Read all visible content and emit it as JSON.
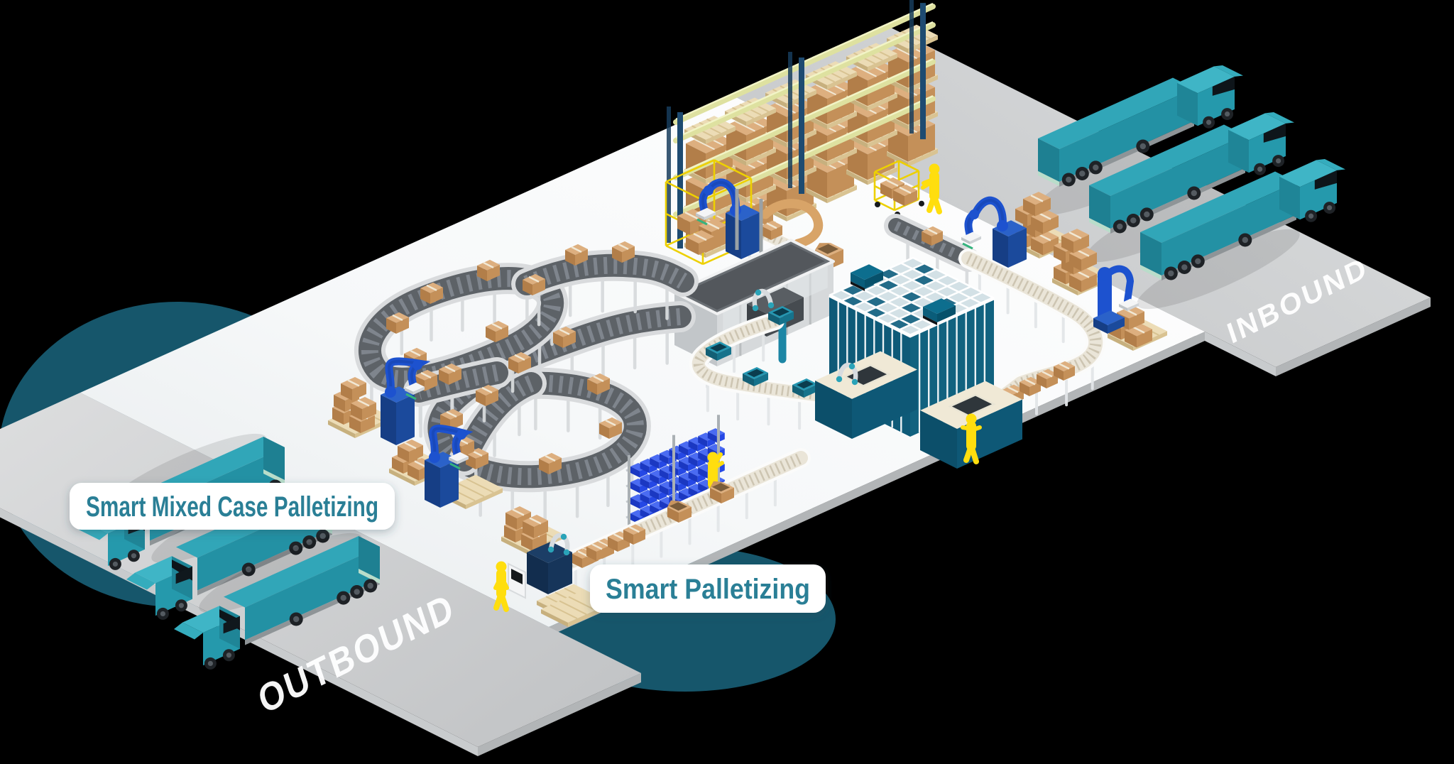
{
  "illustration": {
    "type": "isometric-smart-warehouse-diagram",
    "zones": {
      "inbound_label": "INBOUND",
      "outbound_label": "OUTBOUND"
    },
    "stations": {
      "smart_mixed_case_palletizing_label": "Smart Mixed Case Palletizing",
      "smart_palletizing_label": "Smart Palletizing"
    },
    "equipment": [
      "inbound-trucks",
      "outbound-trucks",
      "pallet-racking",
      "depalletizing-robots",
      "conveyor-loop",
      "case-machine",
      "grid-storage-cube",
      "pick-ports",
      "tote-conveyor",
      "mixed-case-palletizing-robots",
      "bin-flow-rack",
      "palletizing-cobot-cell",
      "warehouse-workers"
    ],
    "palette": {
      "background": "#000000",
      "shadow_teal": "#16566B",
      "floor_white_a": "#FFFFFF",
      "floor_white_b": "#E7EBED",
      "floor_gray_a": "#D8DADB",
      "floor_gray_b": "#C3C5C7",
      "floor_edge": "#AFB2B4",
      "truck_top": "#31A6B8",
      "truck_side": "#2391A4",
      "truck_end": "#1E8092",
      "truck_cab": "#3FB5C6",
      "windshield": "#0E151A",
      "wheel": "#1E2226",
      "wheel_hub": "#545B61",
      "robot_blue": "#1D52CF",
      "robot_blue_dark": "#1640A6",
      "pedestal_navy": "#1B4A9C",
      "box_top": "#DDAF7F",
      "box_side": "#C49059",
      "box_side2": "#B27E49",
      "tape": "#F1E8D4",
      "pallet_wood": "#ECDCB6",
      "rack_post": "#1E4B71",
      "rack_beam": "#DEE1A0",
      "belt_dark": "#5D6267",
      "belt_apron": "#D9DBDD",
      "roller_bed": "#EAE5D8",
      "cube_teal": "#0E5A78",
      "cube_teal2": "#11627F",
      "tote_teal": "#2597B2",
      "bin_blue": "#2548E5",
      "worker_yellow": "#FFDE0E",
      "cage_yellow": "#EDD000",
      "label_teal": "#2B7F96",
      "machine_gray": "#D6D9DB"
    }
  }
}
